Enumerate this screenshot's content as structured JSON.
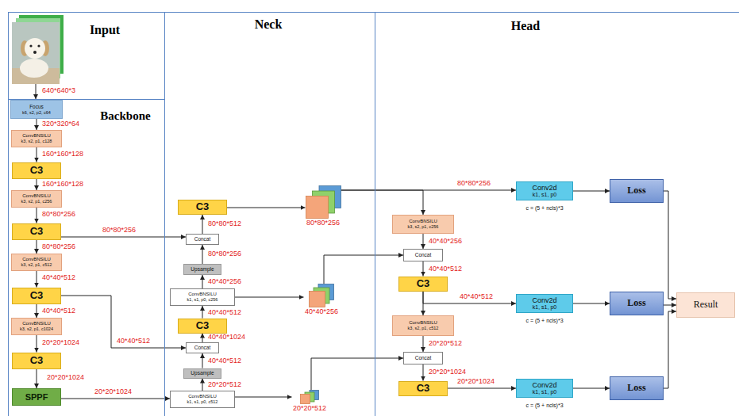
{
  "diagram": {
    "nodes": [
      {
        "text": [
          "Input"
        ]
      },
      {
        "text": [
          "Backbone"
        ]
      },
      {
        "text": [
          "Focus",
          "k6, s2, p2, c64"
        ],
        "in": 1
      },
      {
        "text": [
          "ConvBNSILU",
          "k3, s2, p1, c128"
        ],
        "in": 1
      },
      {
        "text": [
          "C3"
        ],
        "in": 1
      },
      {
        "text": [
          "ConvBNSILU",
          "k3, s2, p1, c256"
        ],
        "in": 1
      },
      {
        "text": [
          "C3"
        ],
        "in": 1
      },
      {
        "text": [
          "ConvBNSILU",
          "k3, s2, p1, c512"
        ],
        "in": 1
      },
      {
        "text": [
          "C3"
        ],
        "in": 1
      },
      {
        "text": [
          "ConvBNSILU",
          "k3, s2, p1, c1024"
        ],
        "in": 1
      },
      {
        "text": [
          "C3"
        ],
        "in": 1
      },
      {
        "text": [
          "SPPF"
        ],
        "in": 1
      },
      {
        "text": [
          "Neck"
        ]
      },
      {
        "text": [
          "C3"
        ],
        "in": 12
      },
      {
        "text": [
          "Concat"
        ],
        "in": 12
      },
      {
        "text": [
          "Upsample"
        ],
        "in": 12
      },
      {
        "text": [
          "ConvBNSILU",
          "k1, s1, p0, c256"
        ],
        "in": 12
      },
      {
        "text": [
          "C3"
        ],
        "in": 12
      },
      {
        "text": [
          "Concat"
        ],
        "in": 12
      },
      {
        "text": [
          "Upsample"
        ],
        "in": 12
      },
      {
        "text": [
          "ConvBNSILU",
          "k1, s1, p0, c512"
        ],
        "in": 12
      },
      {
        "text": [
          "80*80*256"
        ],
        "in": 12
      },
      {
        "text": [
          "40*40*256"
        ],
        "in": 12
      },
      {
        "text": [
          "20*20*512"
        ],
        "in": 12
      },
      {
        "text": [
          "Head"
        ]
      },
      {
        "text": [
          "ConvBNSILU",
          "k3, s2, p1, c256"
        ],
        "in": 24
      },
      {
        "text": [
          "Concat"
        ],
        "in": 24
      },
      {
        "text": [
          "C3"
        ],
        "in": 24
      },
      {
        "text": [
          "ConvBNSILU",
          "k3, s2, p1, c512"
        ],
        "in": 24
      },
      {
        "text": [
          "Concat"
        ],
        "in": 24
      },
      {
        "text": [
          "C3"
        ],
        "in": 24
      },
      {
        "text": [
          "Conv2d",
          "k1, s1, p0"
        ],
        "in": 24
      },
      {
        "text": [
          "Conv2d",
          "k1, s1, p0"
        ],
        "in": 24
      },
      {
        "text": [
          "Conv2d",
          "k1, s1, p0"
        ],
        "in": 24
      },
      {
        "text": [
          "Loss"
        ],
        "in": 24
      },
      {
        "text": [
          "Loss"
        ],
        "in": 24
      },
      {
        "text": [
          "Loss"
        ],
        "in": 24
      },
      {
        "text": [
          "Result"
        ],
        "in": 24
      }
    ],
    "edges": [
      {
        "from": 2,
        "to": 3,
        "arrow": "to",
        "label": "320*320*64"
      },
      {
        "from": 3,
        "to": 4,
        "arrow": "to",
        "label": "160*160*128"
      },
      {
        "from": 4,
        "to": 5,
        "arrow": "to",
        "label": "160*160*128"
      },
      {
        "from": 5,
        "to": 6,
        "arrow": "to",
        "label": "80*80*256"
      },
      {
        "from": 6,
        "to": 7,
        "arrow": "to",
        "label": "80*80*256"
      },
      {
        "from": 7,
        "to": 8,
        "arrow": "to",
        "label": "40*40*512"
      },
      {
        "from": 8,
        "to": 9,
        "arrow": "to",
        "label": "40*40*512"
      },
      {
        "from": 9,
        "to": 10,
        "arrow": "to",
        "label": "20*20*1024"
      },
      {
        "from": 10,
        "to": 11,
        "arrow": "to",
        "label": "20*20*1024"
      },
      {
        "from": 11,
        "to": 20,
        "arrow": "to",
        "label": "20*20*1024"
      },
      {
        "from": 6,
        "to": 14,
        "arrow": "to",
        "label": "80*80*256"
      },
      {
        "from": 8,
        "to": 18,
        "arrow": "to",
        "label": "40*40*512"
      },
      {
        "from": 20,
        "to": 19,
        "arrow": "to",
        "label": "20*20*512"
      },
      {
        "from": 19,
        "to": 18,
        "arrow": "to",
        "label": "40*40*512"
      },
      {
        "from": 18,
        "to": 17,
        "arrow": "to",
        "label": "40*40*1024"
      },
      {
        "from": 17,
        "to": 16,
        "arrow": "to",
        "label": "40*40*512"
      },
      {
        "from": 16,
        "to": 15,
        "arrow": "to",
        "label": "40*40*256"
      },
      {
        "from": 15,
        "to": 14,
        "arrow": "to",
        "label": "80*80*256"
      },
      {
        "from": 14,
        "to": 13,
        "arrow": "to",
        "label": "80*80*512"
      },
      {
        "from": 16,
        "to": 22,
        "arrow": "to"
      },
      {
        "from": 13,
        "to": 21,
        "arrow": "to"
      },
      {
        "from": 20,
        "to": 23,
        "arrow": "to"
      },
      {
        "from": 21,
        "to": 31,
        "arrow": "to",
        "label": "80*80*256"
      },
      {
        "from": 21,
        "to": 25,
        "arrow": "to"
      },
      {
        "from": 25,
        "to": 26,
        "arrow": "to",
        "label": "40*40*256"
      },
      {
        "from": 22,
        "to": 26,
        "arrow": "to"
      },
      {
        "from": 26,
        "to": 27,
        "arrow": "to",
        "label": "40*40*512"
      },
      {
        "from": 27,
        "to": 32,
        "arrow": "to",
        "label": "40*40*512"
      },
      {
        "from": 27,
        "to": 28,
        "arrow": "to"
      },
      {
        "from": 28,
        "to": 29,
        "arrow": "to",
        "label": "20*20*512"
      },
      {
        "from": 23,
        "to": 29,
        "arrow": "to"
      },
      {
        "from": 29,
        "to": 30,
        "arrow": "to",
        "label": "20*20*1024"
      },
      {
        "from": 30,
        "to": 33,
        "arrow": "to",
        "label": "20*20*1024"
      },
      {
        "from": 31,
        "to": 34,
        "arrow": "to"
      },
      {
        "from": 32,
        "to": 35,
        "arrow": "to"
      },
      {
        "from": 33,
        "to": 36,
        "arrow": "to"
      },
      {
        "from": 34,
        "to": 37,
        "arrow": "to"
      },
      {
        "from": 35,
        "to": 37,
        "arrow": "to"
      },
      {
        "from": 36,
        "to": 37,
        "arrow": "to"
      }
    ],
    "labels": [
      "640*640*3",
      "c = (5 + ncls)*3",
      "c = (5 + ncls)*3",
      "c = (5 + ncls)*3"
    ]
  }
}
